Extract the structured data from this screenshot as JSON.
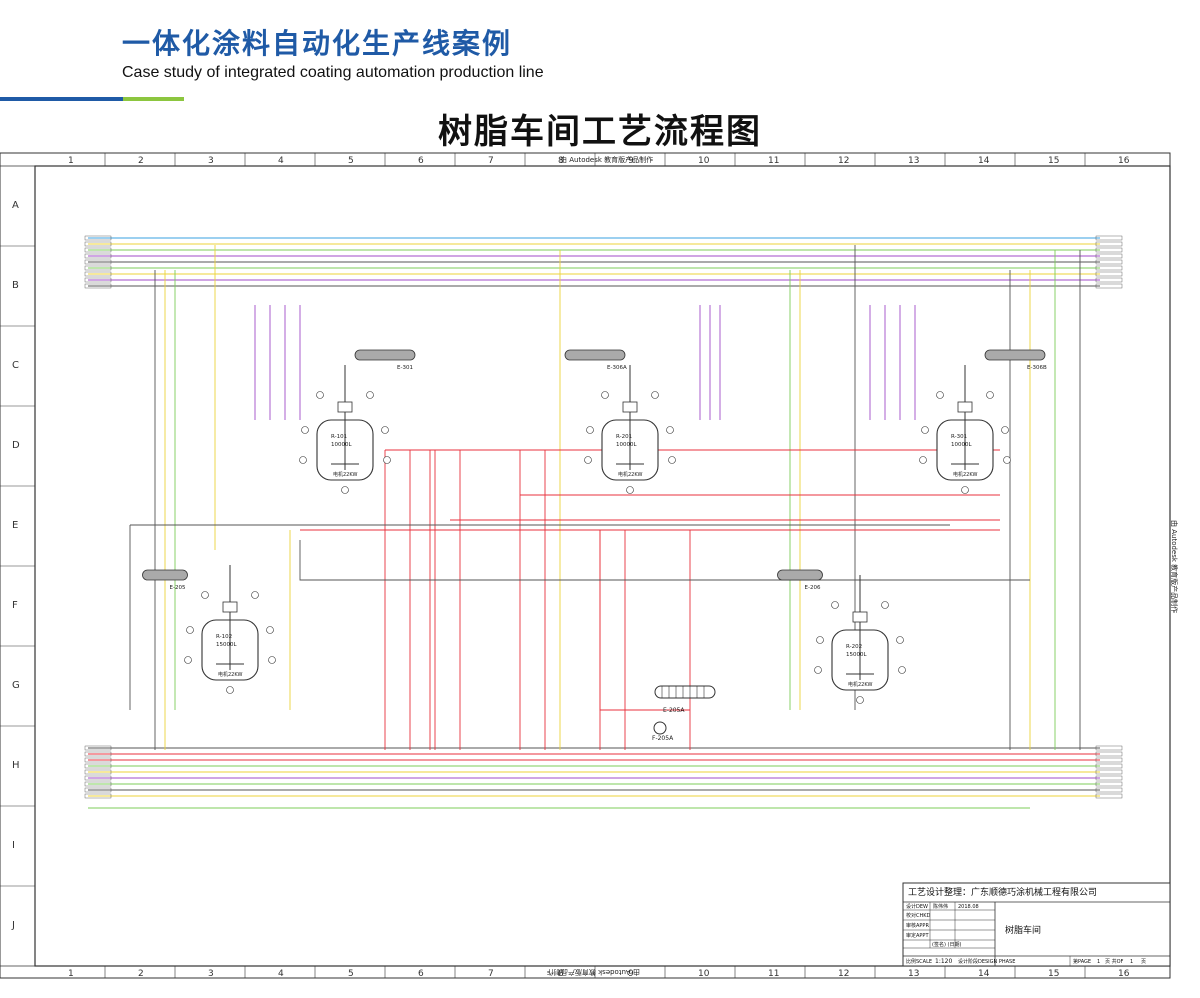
{
  "header": {
    "title_cn": "一体化涂料自动化生产线案例",
    "title_en": "Case study of integrated coating automation production line",
    "accent_blue": "#1f5aa6",
    "accent_green": "#8cc63f"
  },
  "drawing_title": "树脂车间工艺流程图",
  "frame": {
    "col_labels": [
      "1",
      "2",
      "3",
      "4",
      "5",
      "6",
      "7",
      "8",
      "9",
      "10",
      "11",
      "12",
      "13",
      "14",
      "15",
      "16"
    ],
    "row_labels": [
      "A",
      "B",
      "C",
      "D",
      "E",
      "F",
      "G",
      "H",
      "I",
      "J"
    ],
    "watermark_top": "由 Autodesk 教育版产品制作",
    "watermark_bottom": "由 Autodesk 教育版产品制作",
    "watermark_side": "由 Autodesk 教育版产品制作"
  },
  "equipment": {
    "reactors": [
      {
        "tag": "R-101",
        "volume": "10000L",
        "motor": "电机22KW"
      },
      {
        "tag": "R-201",
        "volume": "10000L",
        "motor": "电机22KW"
      },
      {
        "tag": "R-301",
        "volume": "10000L",
        "motor": "电机22KW"
      },
      {
        "tag": "R-102",
        "volume": "15000L",
        "motor": "电机22KW"
      },
      {
        "tag": "R-202",
        "volume": "15000L",
        "motor": "电机22KW"
      }
    ],
    "condensers": [
      "E-301",
      "E-306A",
      "E-306B",
      "E-205",
      "E-206"
    ],
    "heat_exchanger": "E-205A",
    "pump": "F-205A"
  },
  "title_block": {
    "company": "工艺设计整理：广东顺德巧涂机械工程有限公司",
    "rows": [
      "设计DEW",
      "校对CHKD",
      "审核APPR",
      "审定APPT"
    ],
    "row_value": "陈伟伟",
    "date": "2018.08",
    "sign_date": "(签名)  (日期)",
    "drawing_name": "树脂车间",
    "scale_label": "比例SCALE",
    "scale": "1:120",
    "phase_label": "设计阶段DESIGN PHASE",
    "page_label": "第PAGE",
    "page": "1",
    "page_of_label": "页 共OF",
    "page_total": "1",
    "page_suffix": "页"
  },
  "pipe_colors": {
    "red": "#e8323c",
    "green": "#7ccc5a",
    "yellow": "#ecd33a",
    "purple": "#a04bc8",
    "blue": "#3aa0e0",
    "gray": "#555555"
  }
}
